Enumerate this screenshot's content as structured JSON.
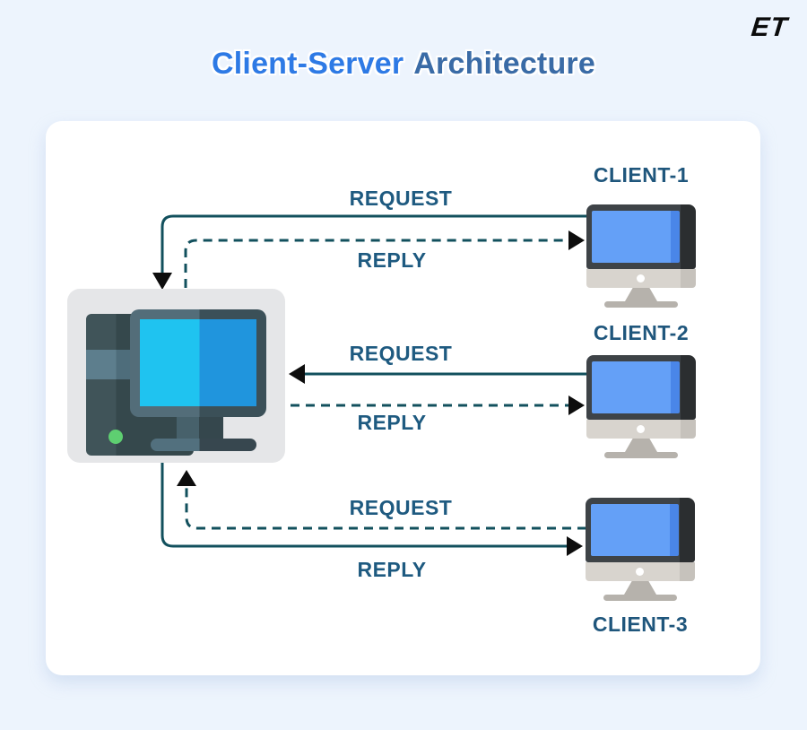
{
  "brand": {
    "logo": "ET"
  },
  "header": {
    "title_primary": "Client-Server",
    "title_secondary": "Architecture"
  },
  "palette": {
    "background": "#edf4fd",
    "card": "#ffffff",
    "title_primary_color": "#2e7ae5",
    "title_secondary_color": "#3a6ba6",
    "wire_color": "#12505d",
    "arrowhead_color": "#0d0d0d",
    "flow_label_color": "#1e5a80",
    "client_label_color": "#1f567c",
    "server_screen_left": "#1fc3f0",
    "server_screen_right": "#2095dd",
    "client_screen": "#64a0f7",
    "power_dot": "#5ecf71"
  },
  "diagram": {
    "server": {
      "name": "server"
    },
    "clients": [
      {
        "label": "CLIENT-1"
      },
      {
        "label": "CLIENT-2"
      },
      {
        "label": "CLIENT-3"
      }
    ],
    "connections": [
      {
        "client": "CLIENT-1",
        "request_label": "REQUEST",
        "reply_label": "REPLY",
        "request_style": "solid",
        "reply_style": "dashed",
        "request_direction": "client-to-server",
        "reply_direction": "server-to-client"
      },
      {
        "client": "CLIENT-2",
        "request_label": "REQUEST",
        "reply_label": "REPLY",
        "request_style": "solid",
        "reply_style": "dashed",
        "request_direction": "client-to-server",
        "reply_direction": "server-to-client"
      },
      {
        "client": "CLIENT-3",
        "request_label": "REQUEST",
        "reply_label": "REPLY",
        "request_style": "dashed",
        "reply_style": "solid",
        "request_direction": "client-to-server",
        "reply_direction": "server-to-client"
      }
    ]
  }
}
